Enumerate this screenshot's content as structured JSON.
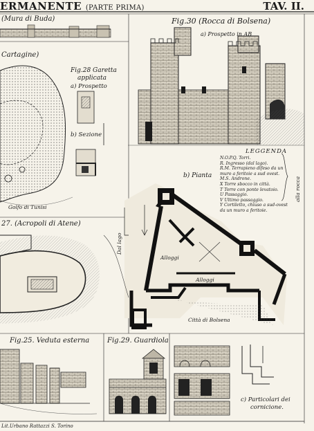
{
  "header": {
    "title": "ERMANENTE",
    "subtitle": "(PARTE PRIMA)",
    "tav": "TAV. II."
  },
  "figures": {
    "mura_budu": "(Mura di Buda)",
    "cartagine": "Cartagine)",
    "fig28": "Fig.28 Garetta",
    "fig28b": "applicata",
    "prospetto_a": "a) Prospetto",
    "sezione_b": "b) Sezione",
    "fig30": "Fig.30 (Rocca di Bolsena)",
    "prospetto_ab": "a) Prospetto in AB",
    "pianta": "b) Pianta",
    "fig27": "27. (Acropoli di Atene)",
    "fig25": "Fig.25. Veduta esterna",
    "fig29": "Fig.29. Guardiola",
    "particolari": "c) Particolari dei",
    "cornicione": "cornicione."
  },
  "map_labels": {
    "golfo_tunisi": "Golfo di Tunisi",
    "citta_bolsena": "Città di Bolsena",
    "dal_lago": "Dal lago",
    "alloggi1": "Alloggi",
    "alloggi2": "Alloggi",
    "alla_rocca": "alla rocca"
  },
  "legend": {
    "title": "LEGGENDA",
    "lines": [
      "N.O.P.Q. Torri.",
      "R. Ingresso (dal lago).",
      "R.M. Terrapieno difeso da un",
      "   muro a feritoie a sud ovest.",
      "M.S. Androne.",
      "X  Torre sbocco in città.",
      "T  Torre con ponte levatoio.",
      "U  Passaggio.",
      "V  Ultimo passaggio.",
      "Y  Cortiletto, chiuso a sud-ovest",
      "   da un muro a feritoie."
    ]
  },
  "credit": "Lit.Urbano Rattazzi S. Torino"
}
